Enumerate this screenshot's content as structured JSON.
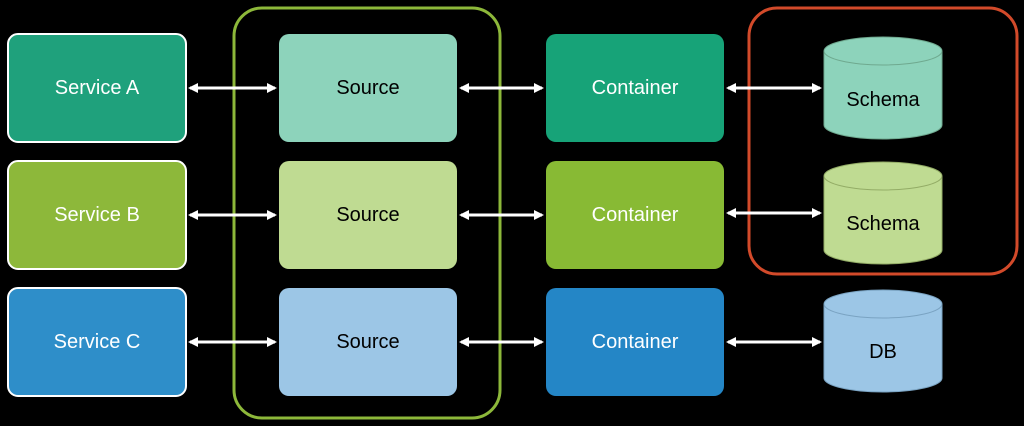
{
  "services": [
    {
      "label": "Service A",
      "color": "#1FA17C"
    },
    {
      "label": "Service B",
      "color": "#8DB83A"
    },
    {
      "label": "Service C",
      "color": "#2E8EC9"
    }
  ],
  "sources": [
    {
      "label": "Source",
      "color": "#8DD3BB"
    },
    {
      "label": "Source",
      "color": "#BFDB92"
    },
    {
      "label": "Source",
      "color": "#9CC6E6"
    }
  ],
  "containers": [
    {
      "label": "Container",
      "color": "#17A378"
    },
    {
      "label": "Container",
      "color": "#88BA34"
    },
    {
      "label": "Container",
      "color": "#2486C6"
    }
  ],
  "stores": [
    {
      "label": "Schema",
      "color": "#8DD3BB"
    },
    {
      "label": "Schema",
      "color": "#BFDB92"
    },
    {
      "label": "DB",
      "color": "#9CC6E6"
    }
  ],
  "groups": {
    "source_group_color": "#8DB83A",
    "schema_group_color": "#D24A2A"
  },
  "arrow_color": "#ffffff"
}
